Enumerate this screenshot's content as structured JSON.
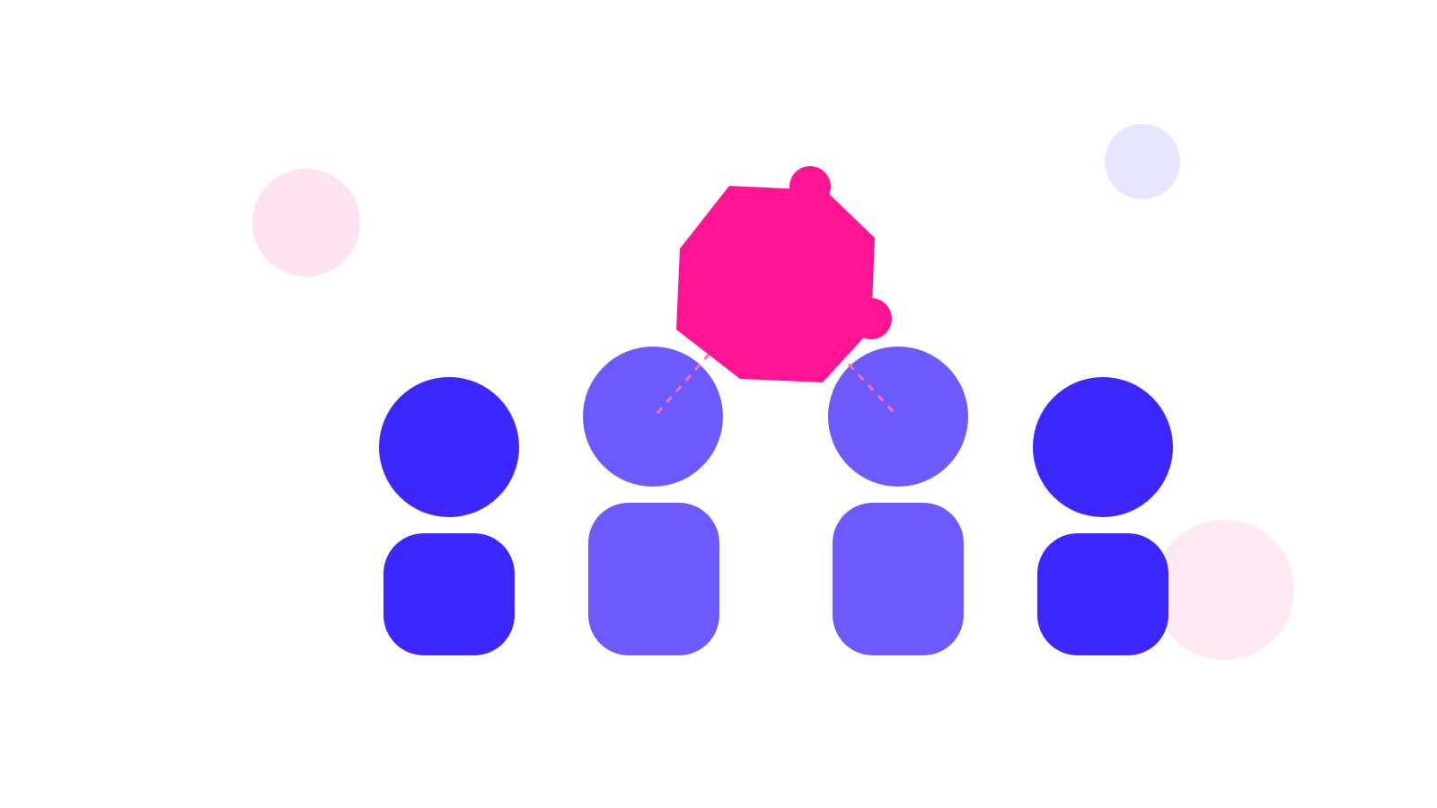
{
  "colors": {
    "background": "#ffffff",
    "hexagon": "#ff1493",
    "connector": "#ff69b4",
    "person_dark": "#3c28ff",
    "person_light": "#6c5aff",
    "bubble_pink": "#ffe2ef",
    "bubble_lavender": "#e8e6ff",
    "bubble_pink_soft": "#ffeaf4"
  },
  "illustration": {
    "people": [
      {
        "name": "person-1",
        "tone": "dark"
      },
      {
        "name": "person-2",
        "tone": "light"
      },
      {
        "name": "person-3",
        "tone": "light"
      },
      {
        "name": "person-4",
        "tone": "dark"
      }
    ],
    "hexagon_icon": "hexagon-network-icon",
    "decorative_bubbles": 3
  }
}
